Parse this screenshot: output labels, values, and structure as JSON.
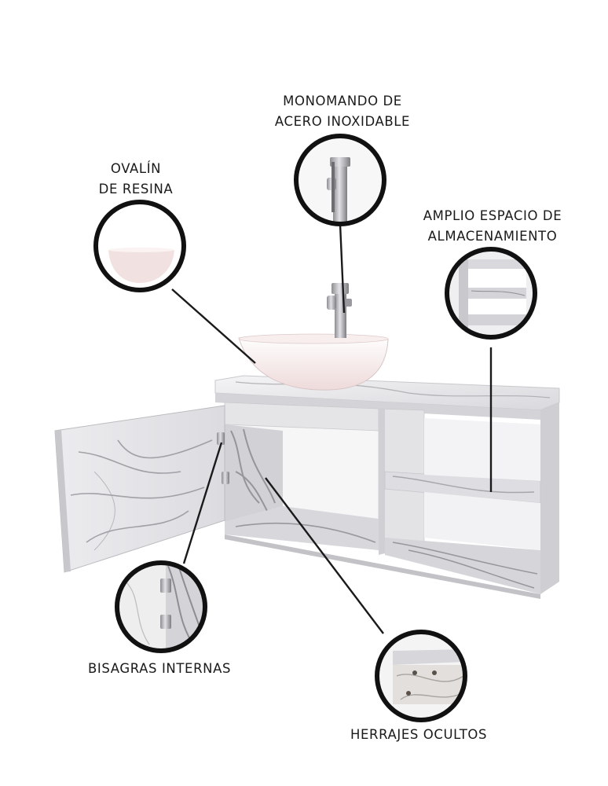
{
  "callouts": {
    "faucet": {
      "line1": "MONOMANDO DE",
      "line2": "ACERO INOXIDABLE",
      "icon": "faucet-icon"
    },
    "basin": {
      "line1": "OVALÍN",
      "line2": "DE RESINA",
      "icon": "basin-icon"
    },
    "storage": {
      "line1": "AMPLIO ESPACIO DE",
      "line2": "ALMACENAMIENTO",
      "icon": "shelves-icon"
    },
    "hinges": {
      "line1": "BISAGRAS INTERNAS",
      "icon": "hinge-icon"
    },
    "hardware": {
      "line1": "HERRAJES OCULTOS",
      "icon": "screw-hardware-icon"
    }
  },
  "colors": {
    "ring": "#111111",
    "line": "#1a1a1a",
    "marble": "#e9e9eb",
    "marble_vein": "#8c8c90",
    "basin": "#f3e6e6",
    "steel": "#b9b9bd"
  }
}
